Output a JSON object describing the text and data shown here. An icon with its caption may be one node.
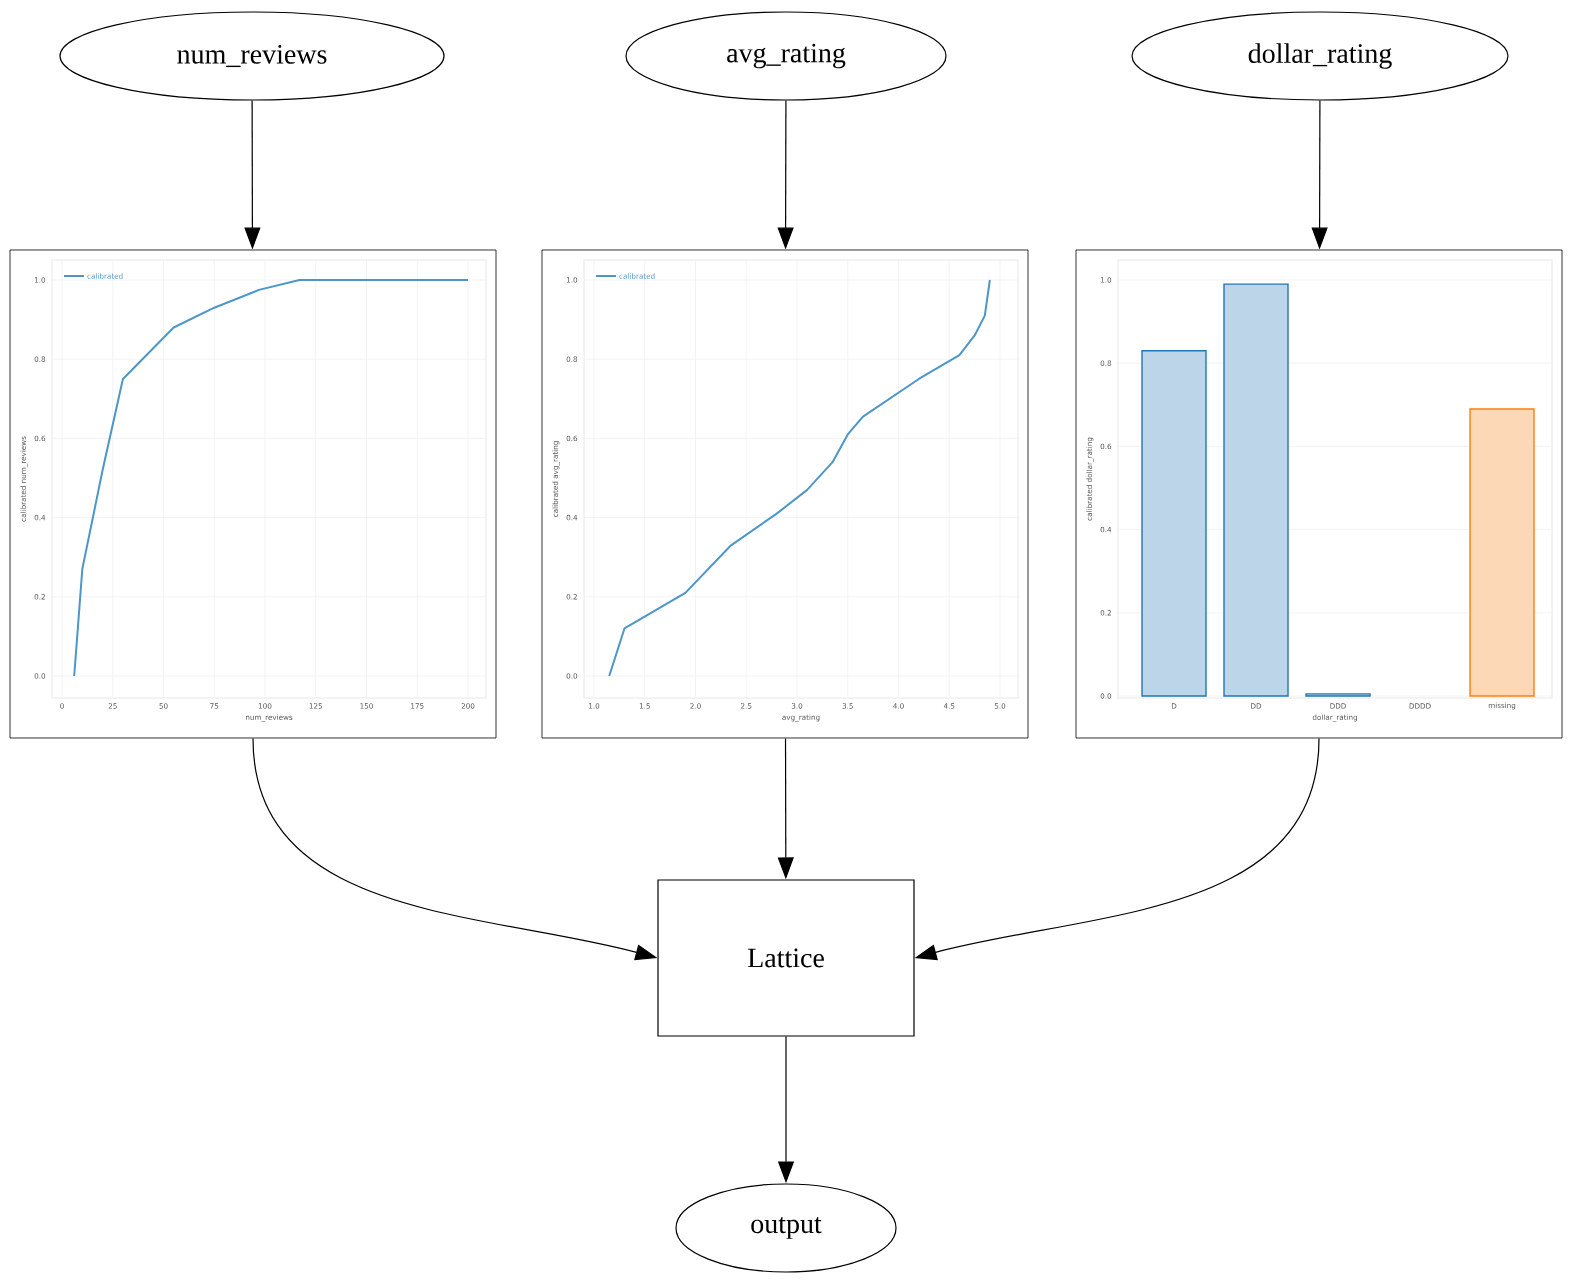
{
  "diagram": {
    "nodes": [
      {
        "text": [
          "num_reviews"
        ]
      },
      {
        "text": [
          "avg_rating"
        ]
      },
      {
        "text": [
          "dollar_rating"
        ]
      },
      {
        "text": [
          "calibrated",
          "calibrated num_reviews",
          "num_reviews",
          "1.0",
          "0.8",
          "0.6",
          "0.4",
          "0.2",
          "0.0",
          "0",
          "25",
          "50",
          "75",
          "100",
          "125",
          "150",
          "175",
          "200"
        ]
      },
      {
        "text": [
          "calibrated",
          "calibrated avg_rating",
          "avg_rating",
          "1.0",
          "0.8",
          "0.6",
          "0.4",
          "0.2",
          "0.0",
          "1.0",
          "1.5",
          "2.0",
          "2.5",
          "3.0",
          "3.5",
          "4.0",
          "4.5",
          "5.0"
        ]
      },
      {
        "text": [
          "calibrated dollar_rating",
          "dollar_rating",
          "1.0",
          "0.8",
          "0.6",
          "0.4",
          "0.2",
          "0.0",
          "D",
          "DD",
          "DDD",
          "DDDD",
          "missing"
        ]
      },
      {
        "text": [
          "Lattice"
        ]
      },
      {
        "text": [
          "output"
        ]
      }
    ],
    "edges": [
      {
        "from": 0,
        "to": 3,
        "arrow": "to"
      },
      {
        "from": 1,
        "to": 4,
        "arrow": "to"
      },
      {
        "from": 2,
        "to": 5,
        "arrow": "to"
      },
      {
        "from": 3,
        "to": 6,
        "arrow": "to"
      },
      {
        "from": 4,
        "to": 6,
        "arrow": "to"
      },
      {
        "from": 5,
        "to": 6,
        "arrow": "to"
      },
      {
        "from": 6,
        "to": 7,
        "arrow": "to"
      }
    ]
  }
}
